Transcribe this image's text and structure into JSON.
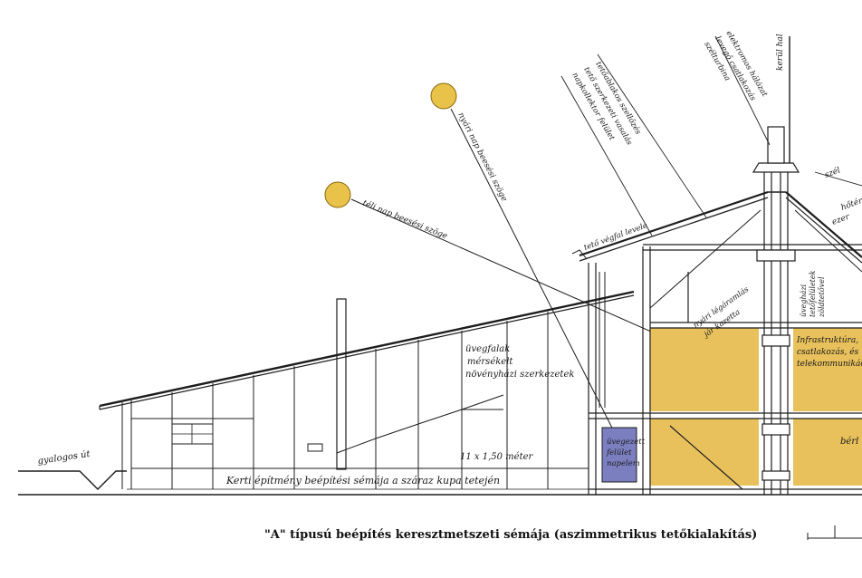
{
  "caption": "\"A\" típusú beépítés keresztmetszeti sémája (aszimmetrikus tetőkialakítás)",
  "colors": {
    "sun": "#e9c24a",
    "wall_fill": "#e8c15c",
    "window_fill": "#7b7fc0",
    "ink": "#1d1d1d"
  },
  "labels": {
    "footpath": "gyalogos út",
    "garden_note": "Kerti építmény beépítési sémája a száraz kupa tetején",
    "dim": "11 x 1,50 méter",
    "greenhouse": [
      "üvegfalak",
      "mérsékelt",
      "növényházi szerkezetek"
    ],
    "sun_winter": "téli nap beesési szöge",
    "sun_summer": "nyári nap beesési szöge",
    "mast": "kerül hal",
    "roof_edge": "tető végfal levele",
    "slope_note": [
      "nyári légáramlás",
      "jár kazetta"
    ],
    "infra": [
      "Infrastruktúra,",
      "csatlakozás, és",
      "telekommunikáció"
    ],
    "panel_note": [
      "üvegházi",
      "tetőfelületek",
      "zöldtetővel"
    ],
    "window_note": [
      "üvegezett",
      "felület",
      "napelem"
    ],
    "roof_notes": [
      "napkollektor felület",
      "tető szerkezeti vasalás",
      "tetőablakos szellőzés"
    ],
    "roof_notes2": [
      "szélturbina",
      "levegő csatlakozás",
      "elektromos hálózat"
    ],
    "vent": "szél",
    "right_a": "hőtér",
    "right_b": "ezer",
    "right_c": "bérl"
  }
}
